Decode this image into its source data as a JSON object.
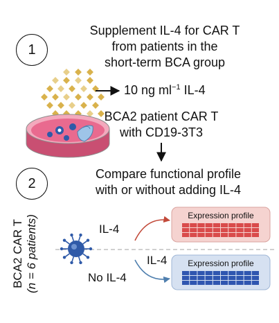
{
  "steps": [
    {
      "number": "1",
      "text_lines": [
        "Supplement IL-4 for CAR T",
        "from patients in the",
        "short-term BCA group"
      ]
    },
    {
      "number": "2",
      "text_lines": [
        "Compare functional profile",
        "with or without adding IL-4"
      ]
    }
  ],
  "dose": {
    "value": "10 ng ml",
    "exponent": "−1",
    "agent": " IL-4"
  },
  "sample_lines": [
    "BCA2 patient CAR T",
    "with CD19-3T3"
  ],
  "side_label": {
    "main": "BCA2 CAR T",
    "n_part": "(n = 6 patients)"
  },
  "conditions": {
    "with": "IL-4",
    "without": "No IL-4",
    "added": "IL-4"
  },
  "profiles": {
    "top_title": "Expression profile",
    "bottom_title": "Expression profile"
  },
  "colors": {
    "dish_pink": "#e96a8f",
    "dish_rim": "#f3a9bd",
    "cytokine": "#d9b24c",
    "cell_blue": "#2f5aa8",
    "arrow_red": "#c24a3a",
    "arrow_blue": "#4f7fae",
    "profile_red": "#d94b4b",
    "profile_red_bg": "#f5d3d0",
    "profile_blue": "#2f56b0",
    "profile_blue_bg": "#d6e1f1"
  },
  "icons": [
    "cytokine-dot-icon",
    "petri-dish-icon",
    "car-t-cell-icon",
    "arrow-right-icon",
    "arrow-down-icon"
  ]
}
